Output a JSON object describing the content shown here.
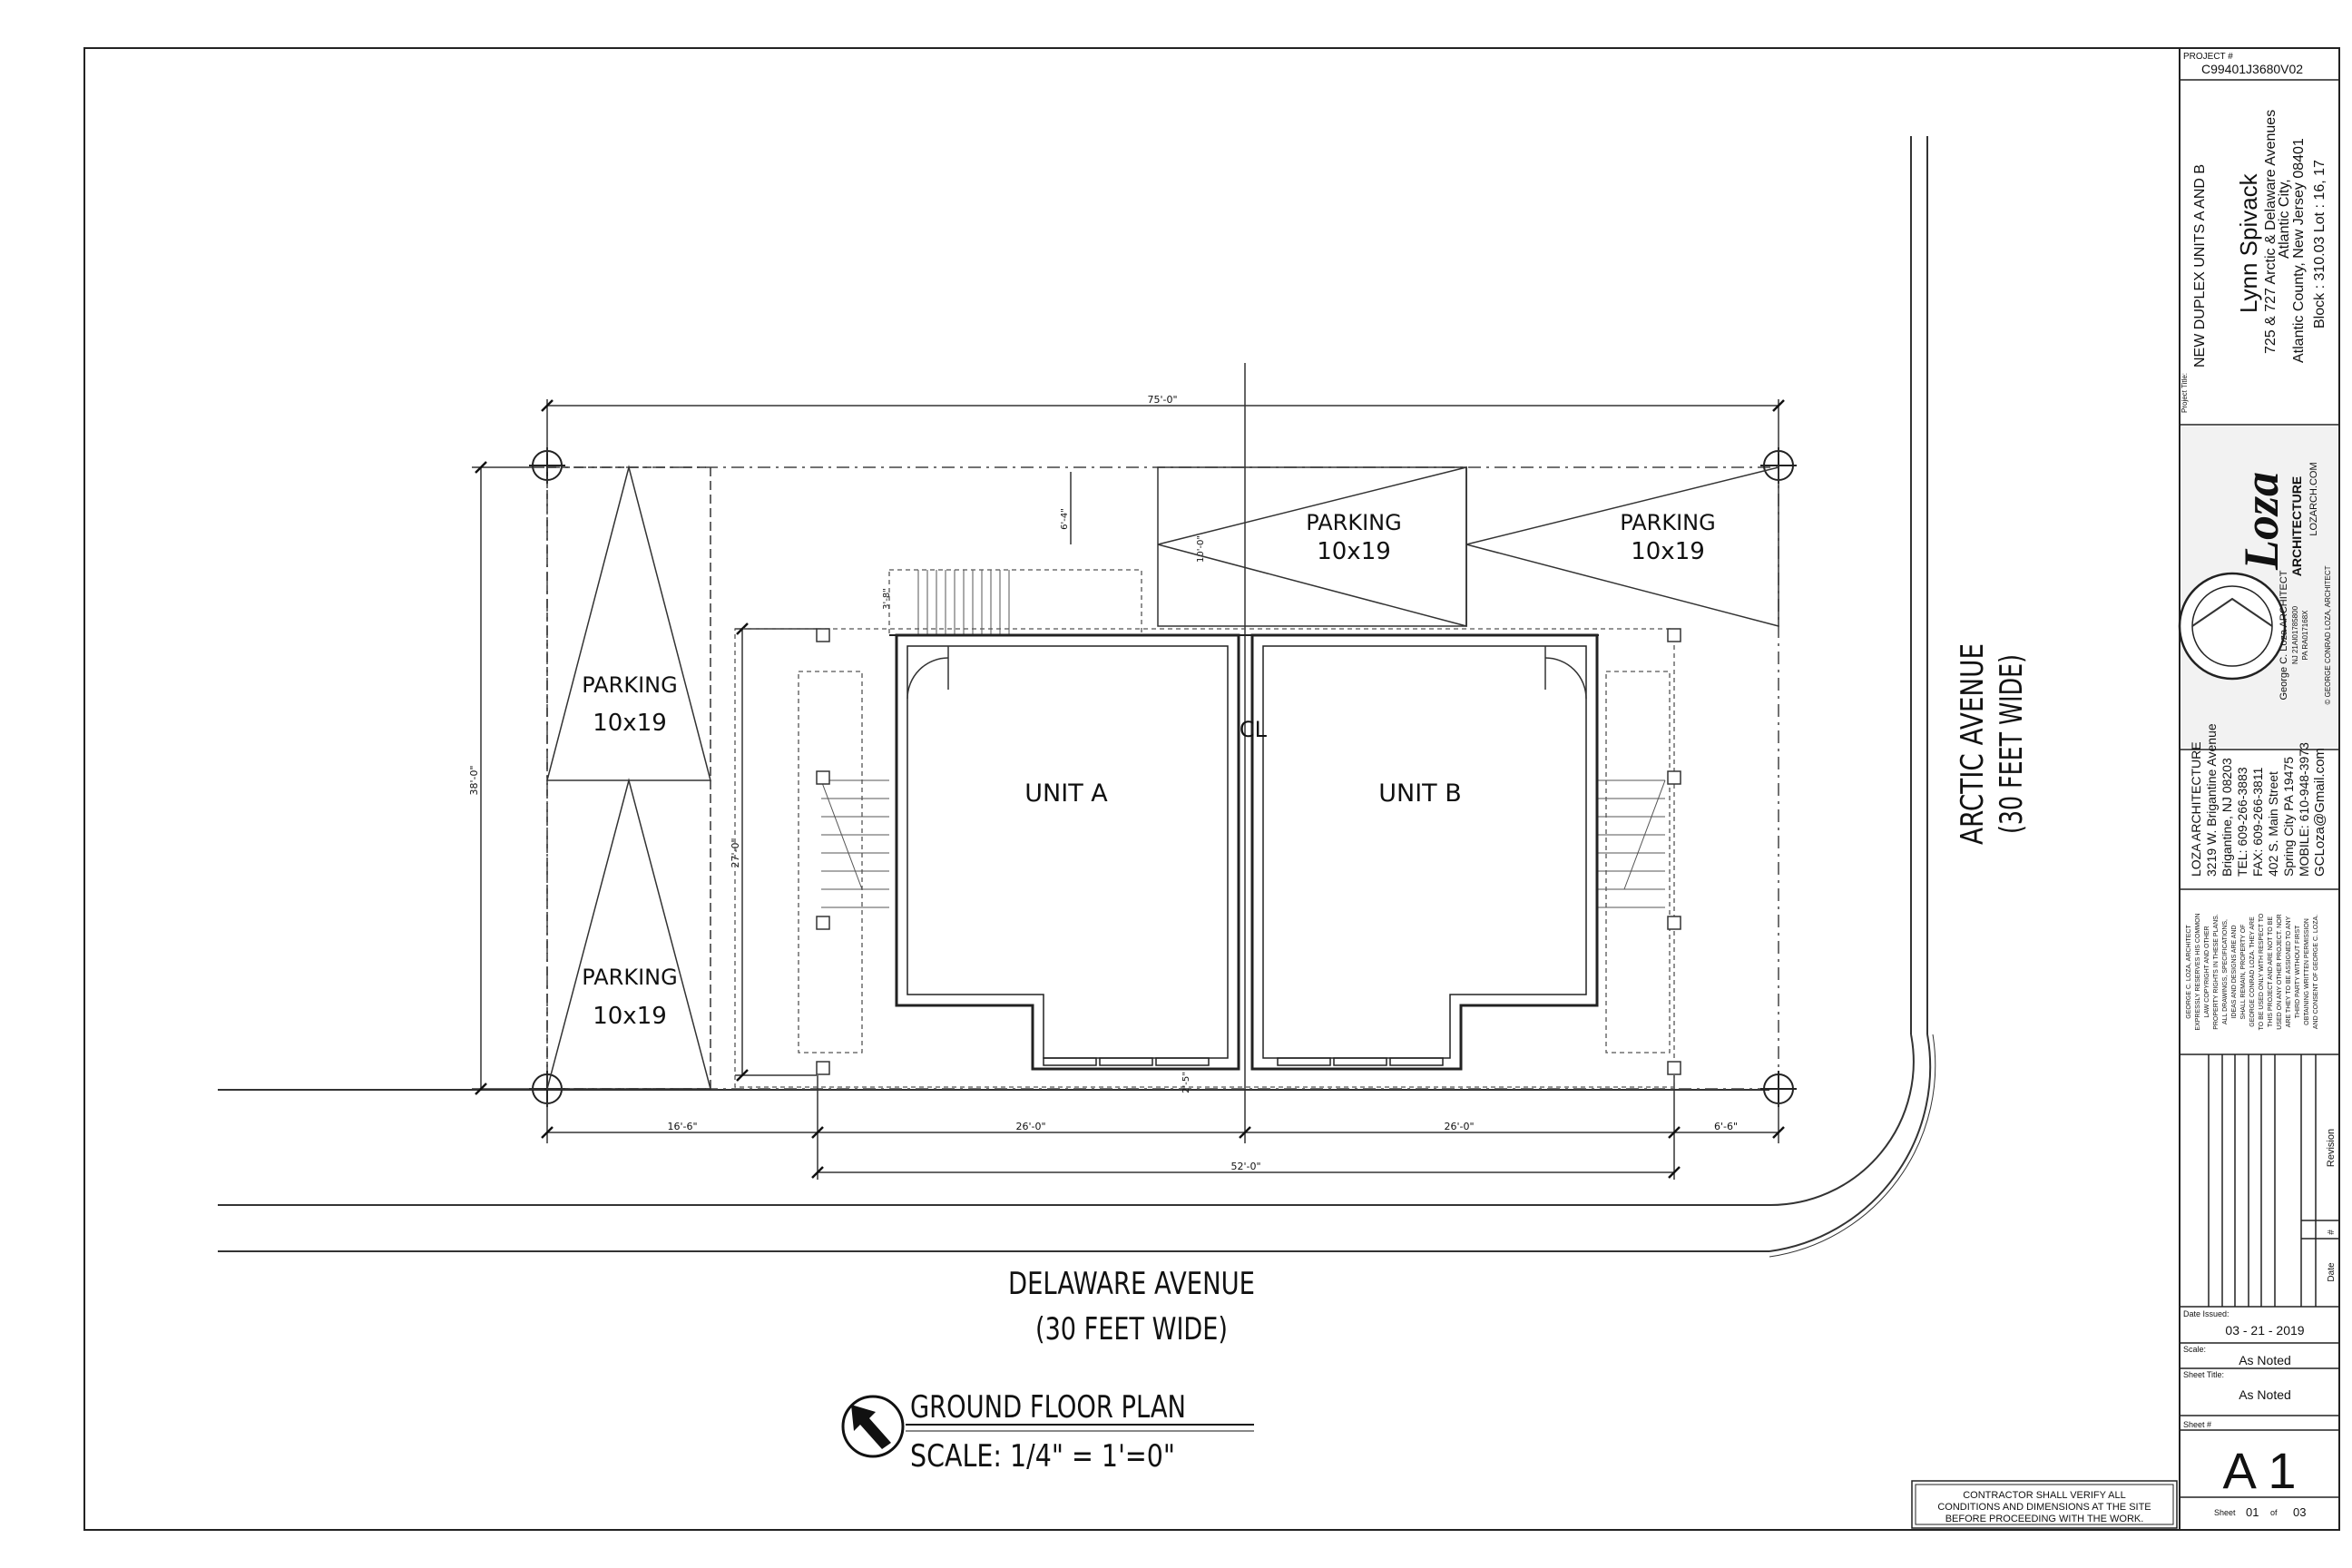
{
  "plan": {
    "overall_dim": "75'-0\"",
    "left_dim": "38'-0\"",
    "depth_dim": "27'-0\"",
    "stair_dim": "3'-8\"",
    "upper_dim": "6'-4\"",
    "offset_dim": "10'-0\"",
    "step_dim": "2'-5\"",
    "bottom_dims": [
      "16'-6\"",
      "26'-0\"",
      "26'-0\"",
      "6'-6\""
    ],
    "building_dim": "52'-0\"",
    "centerline": "CL",
    "unit_a": "UNIT A",
    "unit_b": "UNIT B",
    "parking_label": "PARKING",
    "parking_size": "10x19",
    "street_bottom_name": "DELAWARE AVENUE",
    "street_bottom_width": "(30 FEET WIDE)",
    "street_right_name": "ARCTIC AVENUE",
    "street_right_width": "(30 FEET WIDE)",
    "drawing_title": "GROUND FLOOR PLAN",
    "drawing_scale": "SCALE: 1/4\" = 1'=0\"",
    "contractor_note": [
      "CONTRACTOR SHALL VERIFY ALL",
      "CONDITIONS AND DIMENSIONS AT THE SITE",
      "BEFORE PROCEEDING WITH THE WORK."
    ]
  },
  "titleblock": {
    "project_no_label": "PROJECT #",
    "project_no": "C99401J3680V02",
    "project_title_label": "Project Title:",
    "project_title": "NEW DUPLEX UNITS A AND B",
    "client": "Lynn Spivack",
    "address": [
      "725 & 727 Arctic & Delaware Avenues",
      "Atlantic City,",
      "Atlantic County, New Jersey 08401",
      "Block : 310.03 Lot : 16, 17"
    ],
    "logo_text": "Loza",
    "logo_sub": "ARCHITECTURE",
    "logo_url": "LOZARCH.COM",
    "seal_lines": [
      "George C. Loza ARCHITECT",
      "NJ 21AI01785800",
      "PA RA017168X"
    ],
    "seal_footer": "© GEORGE CONRAD LOZA, ARCHITECT",
    "firm": [
      "LOZA ARCHITECTURE",
      "3219 W. Brigantine Avenue",
      "Brigantine, NJ 08203",
      "TEL: 609-266-3883",
      "FAX: 609-266-3811",
      "402 S. Main Street",
      "Spring City PA 19475",
      "MOBILE: 610-948-3973",
      "GCLoza@Gmail.com"
    ],
    "copyright": [
      "GEORGE C. LOZA, ARCHITECT",
      "EXPRESSLY RESERVES HIS COMMON",
      "LAW COPYRIGHT AND OTHER",
      "PROPERTY RIGHTS IN THESE PLANS.",
      "ALL DRAWINGS, SPECIFICATIONS,",
      "IDEAS AND DESIGNS ARE AND",
      "SHALL REMAIN, PROPERTY OF",
      "GEORGE CONRAD LOZA. THEY ARE",
      "TO BE USED ONLY WITH RESPECT TO",
      "THIS PROJECT AND ARE NOT TO BE",
      "USED ON ANY OTHER PROJECT. NOR",
      "ARE THEY TO BE ASSIGNED TO ANY",
      "THIRD PARTY WITHOUT FIRST",
      "OBTAINING WRITTEN PERMISSION",
      "AND CONSENT OF GEORGE C. LOZA."
    ],
    "revision_label": "Revision",
    "date_label": "Date",
    "hash_label": "#",
    "date_issued_label": "Date Issued:",
    "date_issued": "03 - 21 - 2019",
    "scale_label": "Scale:",
    "scale": "As Noted",
    "sheet_title_label": "Sheet Title:",
    "sheet_title": "As Noted",
    "sheet_no_label": "Sheet #",
    "sheet_no": "A 1",
    "sheet_word": "Sheet",
    "sheet_index": "01",
    "of_word": "of",
    "sheet_total": "03"
  }
}
